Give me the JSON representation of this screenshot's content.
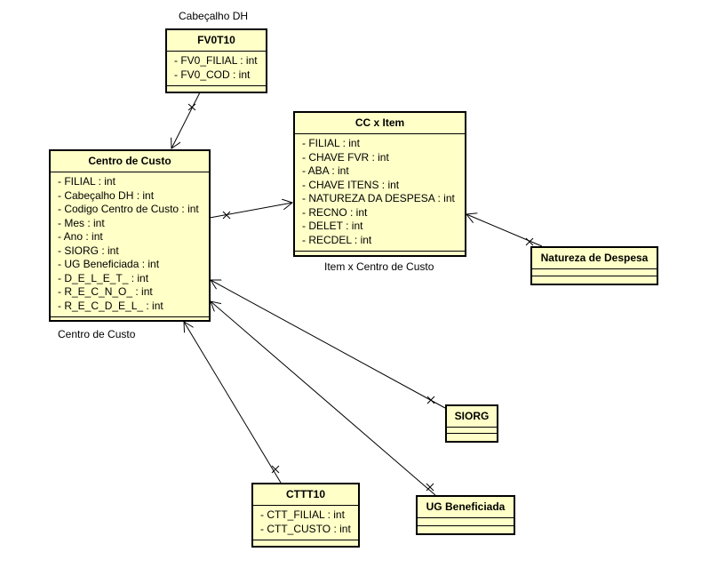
{
  "classes": {
    "fv0t10": {
      "name": "FV0T10",
      "stereo_label": "Cabeçalho DH",
      "attributes": [
        "- FV0_FILIAL : int",
        "- FV0_COD : int"
      ]
    },
    "centro": {
      "name": "Centro de Custo",
      "stereo_label": "Centro de Custo",
      "attributes": [
        "- FILIAL : int",
        "- Cabeçalho DH : int",
        "- Codigo Centro de Custo : int",
        "- Mes : int",
        "- Ano : int",
        "- SIORG : int",
        "- UG Beneficiada : int",
        "- D_E_L_E_T_ : int",
        "- R_E_C_N_O_ : int",
        "- R_E_C_D_E_L_ : int"
      ]
    },
    "ccitem": {
      "name": "CC x Item",
      "stereo_label": "Item x Centro de Custo",
      "attributes": [
        "- FILIAL : int",
        "- CHAVE FVR : int",
        "- ABA : int",
        "- CHAVE ITENS : int",
        "- NATUREZA DA DESPESA : int",
        "- RECNO : int",
        "- DELET : int",
        "- RECDEL : int"
      ]
    },
    "natureza": {
      "name": "Natureza de Despesa"
    },
    "siorg": {
      "name": "SIORG"
    },
    "ctt": {
      "name": "CTTT10",
      "attributes": [
        "- CTT_FILIAL : int",
        "- CTT_CUSTO : int"
      ]
    },
    "ug": {
      "name": "UG Beneficiada"
    }
  },
  "colors": {
    "class_fill": "#ffffc8",
    "stroke": "#000000"
  }
}
